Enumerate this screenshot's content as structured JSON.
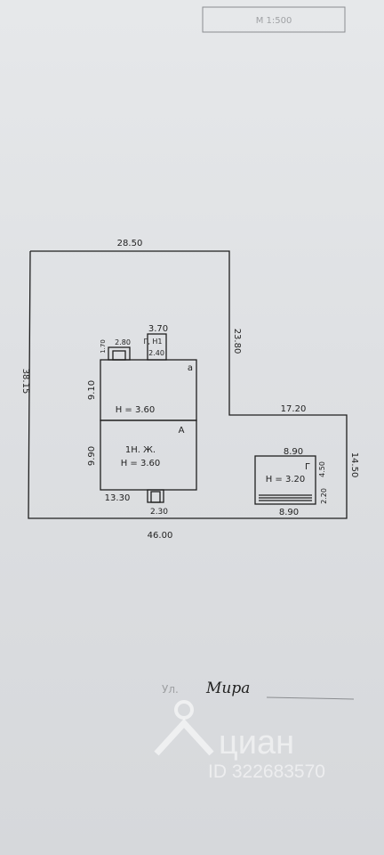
{
  "stamp": {
    "text": "М 1:500"
  },
  "lot": {
    "top_width": "28.50",
    "left_height": "38.15",
    "right_drop": "23.80",
    "step_width": "17.20",
    "right_height": "14.50",
    "bottom_width": "46.00"
  },
  "house": {
    "upper_block": {
      "label": "H = 3.60",
      "letter": "а",
      "width": "9.10"
    },
    "lower_block": {
      "label_line1": "1Н. Ж.",
      "label_line2": "H = 3.60",
      "letter": "А",
      "height": "9.90",
      "bottom_width": "13.30"
    },
    "porch_top": {
      "width": "3.70",
      "label": "Г, Н1",
      "depth": "2.40",
      "left_w": "2.80",
      "left_d": "1.70"
    },
    "porch_bottom": {
      "width": "2.30"
    }
  },
  "garage": {
    "top_width": "8.90",
    "bottom_width": "8.90",
    "letter": "Г",
    "label": "H = 3.20",
    "side_a": "4.50",
    "side_b": "2.20"
  },
  "street": {
    "prefix": "Ул.",
    "name": "Мира"
  },
  "watermark": {
    "brand": "циан",
    "listing_id": "ID 322683570"
  }
}
